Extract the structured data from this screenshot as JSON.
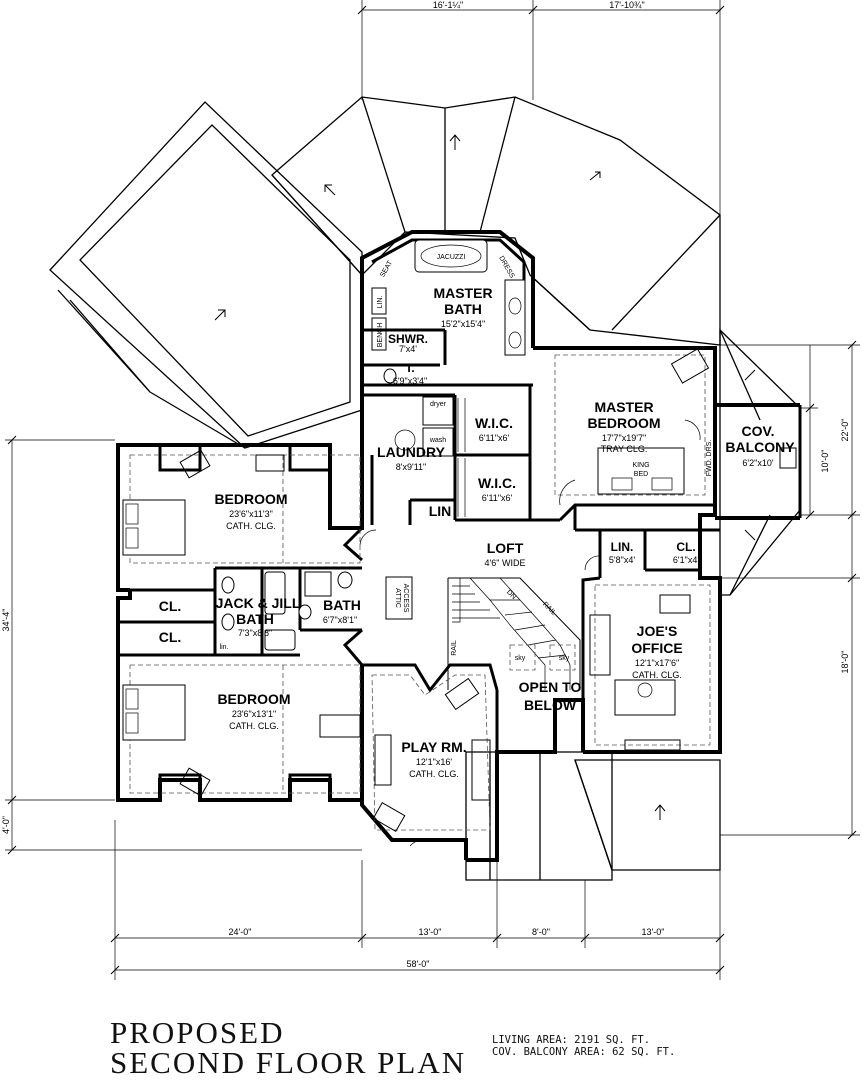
{
  "title": {
    "line1": "PROPOSED",
    "line2": "SECOND FLOOR PLAN"
  },
  "areas": {
    "living": "LIVING AREA: 2191 SQ. FT.",
    "balcony": "COV. BALCONY AREA: 62 SQ. FT."
  },
  "dimensions": {
    "top_left": "16'-1¼\"",
    "top_right": "17'-10¾\"",
    "right_upper": "10'-0\"",
    "right_total": "22'-0\"",
    "right_lower": "18'-0\"",
    "left_total": "34'-4\"",
    "left_bottom": "4'-0\"",
    "bottom_1": "24'-0\"",
    "bottom_2": "13'-0\"",
    "bottom_3": "8'-0\"",
    "bottom_4": "13'-0\"",
    "overall": "58'-0\""
  },
  "rooms": {
    "master_bath": {
      "name1": "MASTER",
      "name2": "BATH",
      "size": "15'2\"x15'4\""
    },
    "shower": {
      "name": "SHWR.",
      "size": "7'x4'"
    },
    "toilet": {
      "name": "T.",
      "size": "6'9\"x3'4\""
    },
    "wic1": {
      "name": "W.I.C.",
      "size": "6'11\"x6'"
    },
    "wic2": {
      "name": "W.I.C.",
      "size": "6'11\"x6'"
    },
    "laundry": {
      "name": "LAUNDRY",
      "size": "8'x9'11\""
    },
    "lin_small": {
      "name": "LIN"
    },
    "master_bedroom": {
      "name1": "MASTER",
      "name2": "BEDROOM",
      "size": "17'7\"x19'7\"",
      "note": "TRAY CLG."
    },
    "balcony": {
      "name1": "COV.",
      "name2": "BALCONY",
      "size": "6'2\"x10'"
    },
    "bedroom1": {
      "name": "BEDROOM",
      "size": "23'6\"x11'3\"",
      "note": "CATH. CLG."
    },
    "loft": {
      "name": "LOFT",
      "size": "4'6\" WIDE"
    },
    "lin_loft": {
      "name": "LIN.",
      "size": "5'8\"x4'"
    },
    "cl_loft": {
      "name": "CL.",
      "size": "6'1\"x4'"
    },
    "jack_jill": {
      "name1": "JACK & JILL",
      "name2": "BATH",
      "size": "7'3\"x8'8\""
    },
    "bath": {
      "name": "BATH",
      "size": "6'7\"x8'1\""
    },
    "cl1": {
      "name": "CL."
    },
    "cl2": {
      "name": "CL."
    },
    "joes_office": {
      "name1": "JOE'S",
      "name2": "OFFICE",
      "size": "12'1\"x17'6\"",
      "note": "CATH. CLG."
    },
    "open_below": {
      "name1": "OPEN TO",
      "name2": "BELOW"
    },
    "bedroom2": {
      "name": "BEDROOM",
      "size": "23'6\"x13'1\"",
      "note": "CATH. CLG."
    },
    "play_room": {
      "name": "PLAY RM.",
      "size": "12'1\"x16'",
      "note": "CATH. CLG."
    }
  },
  "fixtures": {
    "jacuzzi": "JACUZZI",
    "seat": "SEAT",
    "dress": "DRESS",
    "lin_mb": "LIN.",
    "bench": "BENCH",
    "dryer": "dryer",
    "wash": "wash",
    "king_bed": "KING",
    "king_bed2": "BED",
    "fwd_drs": "FWD. DRS.",
    "attic1": "ATTIC",
    "attic2": "ACCESS",
    "dn": "DN",
    "rail1": "RAIL",
    "rail2": "RAIL",
    "sky1": "sky",
    "sky2": "sky",
    "lin_jj": "lin."
  }
}
